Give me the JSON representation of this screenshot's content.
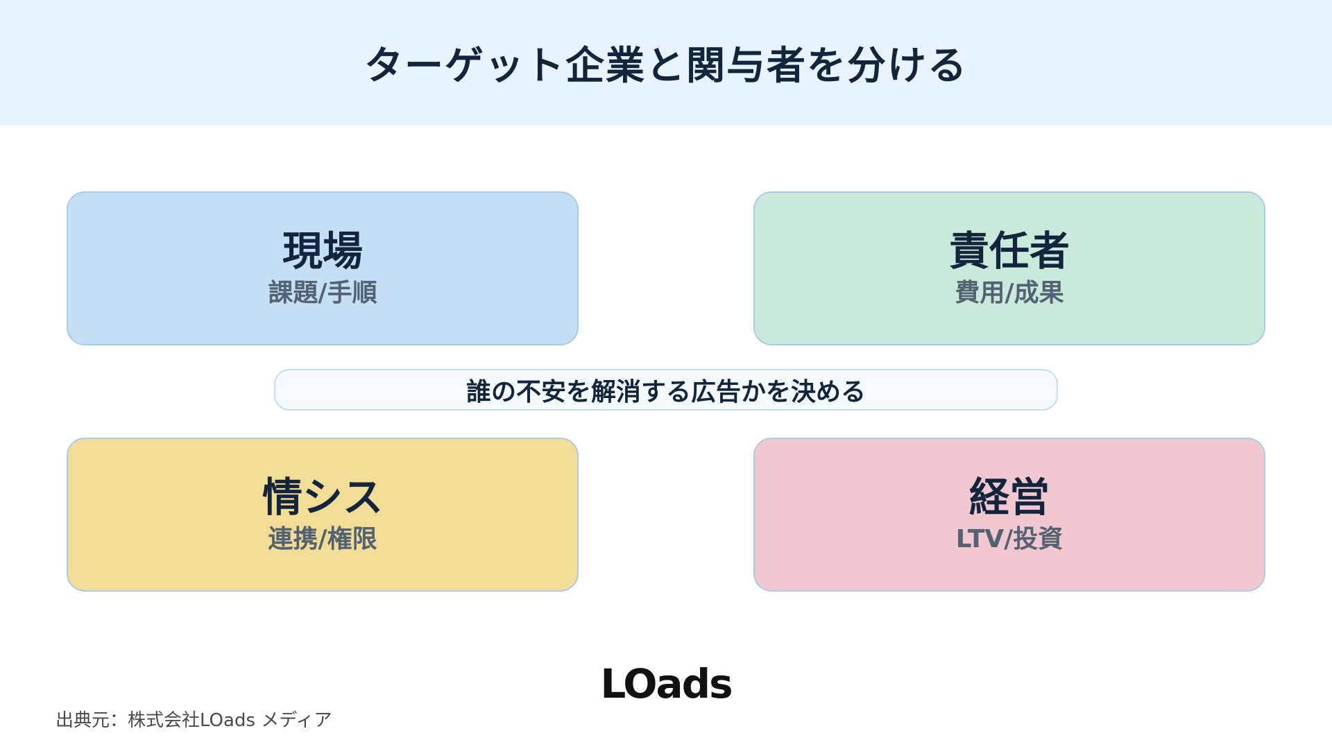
{
  "header": {
    "title": "ターゲット企業と関与者を分ける"
  },
  "cards": [
    {
      "title": "現場",
      "sub": "課題/手順",
      "bg": "#c4dff3"
    },
    {
      "title": "責任者",
      "sub": "費用/成果",
      "bg": "#c9eadb"
    },
    {
      "title": "情シス",
      "sub": "連携/権限",
      "bg": "#f2dd96"
    },
    {
      "title": "経営",
      "sub": "LTV/投資",
      "bg": "#f2c8d0"
    }
  ],
  "center": {
    "label": "誰の不安を解消する広告かを決める"
  },
  "logo": {
    "text": "LOads"
  },
  "footer": {
    "source": "出典元：株式会社LOads メディア"
  }
}
